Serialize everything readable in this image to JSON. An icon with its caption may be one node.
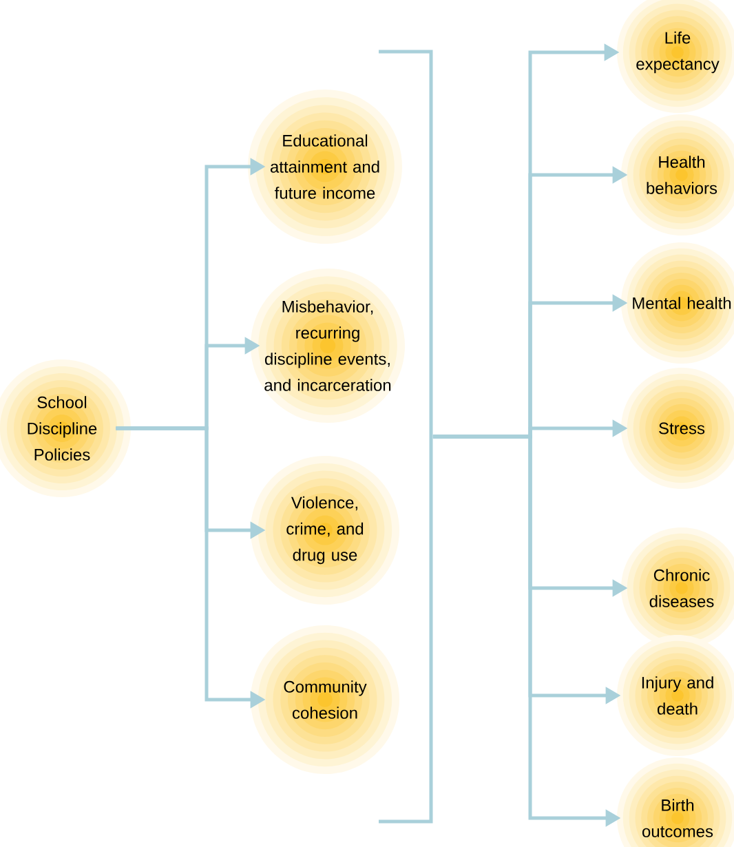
{
  "diagram": {
    "nodes": [
      {
        "text": [
          "School Discipline Policies"
        ]
      },
      {
        "text": [
          "Educational attainment and future income"
        ]
      },
      {
        "text": [
          "Misbehavior, recurring discipline events, and incarceration"
        ]
      },
      {
        "text": [
          "Violence, crime, and drug use"
        ]
      },
      {
        "text": [
          "Community cohesion"
        ]
      },
      {
        "text": [],
        "shape": "bracket"
      },
      {
        "text": [
          "Life expectancy"
        ]
      },
      {
        "text": [
          "Health behaviors"
        ]
      },
      {
        "text": [
          "Mental health"
        ]
      },
      {
        "text": [
          "Stress"
        ]
      },
      {
        "text": [
          "Chronic diseases"
        ]
      },
      {
        "text": [
          "Injury and death"
        ]
      },
      {
        "text": [
          "Birth outcomes"
        ]
      }
    ],
    "edges": [
      {
        "from": 0,
        "to": 1,
        "arrow": "to"
      },
      {
        "from": 0,
        "to": 2,
        "arrow": "to"
      },
      {
        "from": 0,
        "to": 3,
        "arrow": "to"
      },
      {
        "from": 0,
        "to": 4,
        "arrow": "to"
      },
      {
        "from": 5,
        "to": 6,
        "arrow": "to"
      },
      {
        "from": 5,
        "to": 7,
        "arrow": "to"
      },
      {
        "from": 5,
        "to": 8,
        "arrow": "to"
      },
      {
        "from": 5,
        "to": 9,
        "arrow": "to"
      },
      {
        "from": 5,
        "to": 10,
        "arrow": "to"
      },
      {
        "from": 5,
        "to": 11,
        "arrow": "to"
      },
      {
        "from": 5,
        "to": 12,
        "arrow": "to"
      }
    ]
  }
}
